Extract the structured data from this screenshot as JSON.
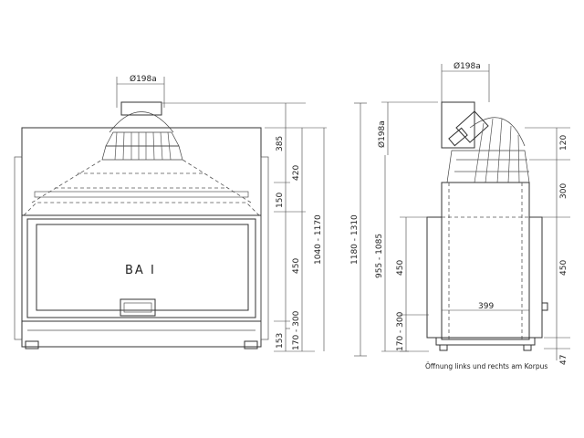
{
  "front": {
    "flue_label": "Ø198a",
    "label": "BA I",
    "dims": {
      "d1": "385",
      "d2": "420",
      "d3": "150",
      "d4": "450",
      "d5": "170 - 300",
      "d6": "153",
      "d7": "1040 - 1170",
      "d8": "1180 - 1310"
    }
  },
  "side": {
    "flue_label": "Ø198a",
    "flue_label_vert": "Ø198a",
    "width_label": "399",
    "dims_left": {
      "d1": "955 - 1085",
      "d2": "450",
      "d3": "170 - 300"
    },
    "dims_right": {
      "d1": "120",
      "d2": "300",
      "d3": "450",
      "d4": "47"
    }
  },
  "note": "Öffnung links und rechts am Korpus"
}
